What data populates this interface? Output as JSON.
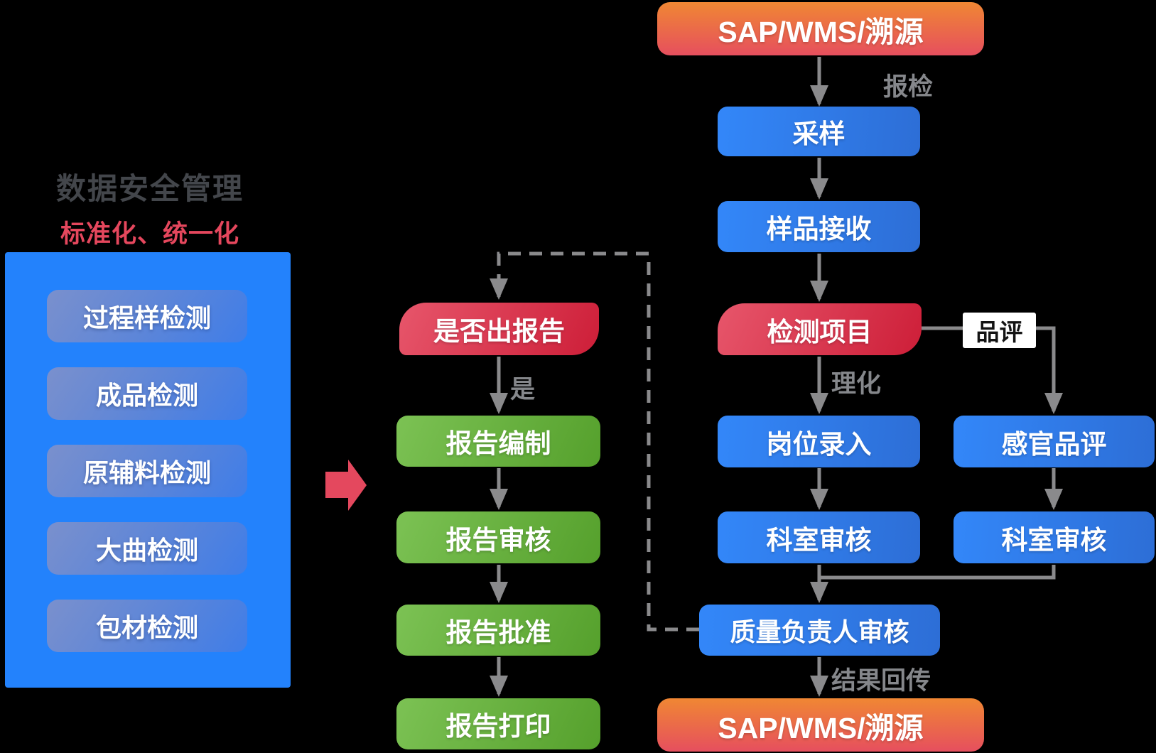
{
  "left_panel": {
    "title": "数据安全管理",
    "subtitle": "标准化、统一化",
    "items": [
      "过程样检测",
      "成品检测",
      "原辅料检测",
      "大曲检测",
      "包材检测"
    ]
  },
  "main_flow": {
    "source": "SAP/WMS/溯源",
    "sampling": "采样",
    "sample_receive": "样品接收",
    "test_items": "检测项目",
    "position_entry": "岗位录入",
    "dept_review_left": "科室审核",
    "sensory_eval": "感官品评",
    "dept_review_right": "科室审核",
    "quality_manager_review": "质量负责人审核",
    "sink": "SAP/WMS/溯源"
  },
  "report_flow": {
    "decision": "是否出报告",
    "compile": "报告编制",
    "review": "报告审核",
    "approve": "报告批准",
    "print": "报告打印"
  },
  "edge_labels": {
    "submit_inspection": "报检",
    "physchem": "理化",
    "sensory": "品评",
    "yes": "是",
    "result_return": "结果回传"
  },
  "colors": {
    "background": "#000000",
    "blue_box_start": "#3387f9",
    "blue_box_end": "#2d6ed6",
    "red_box_start": "#e7566b",
    "red_box_end": "#cd1e38",
    "green_box_start": "#7cc254",
    "green_box_end": "#55a02c",
    "orange_box_top": "#f08733",
    "orange_box_bottom": "#e64f5e",
    "left_panel_blue": "#2382fc",
    "accent_pink_arrow": "#e4485e",
    "connector_gray": "#8a8a8c",
    "title_gray": "#43464b",
    "subtitle_red": "#e5475d"
  }
}
